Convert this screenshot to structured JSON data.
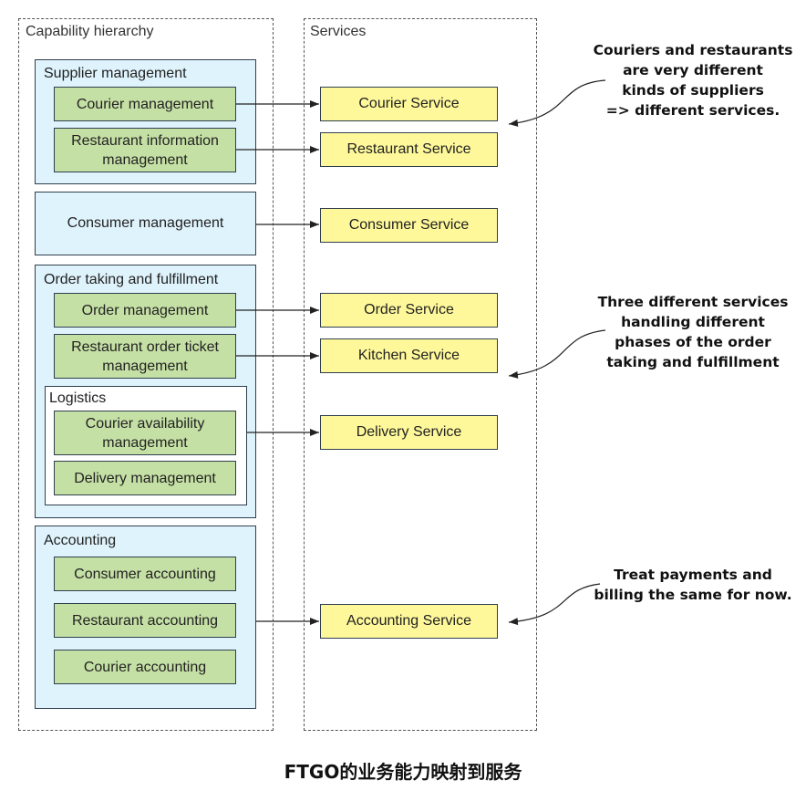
{
  "panels": {
    "capability_label": "Capability hierarchy",
    "services_label": "Services"
  },
  "groups": {
    "supplier": {
      "label": "Supplier management",
      "courier_mgmt": "Courier management",
      "restaurant_info_mgmt": "Restaurant information management"
    },
    "consumer_mgmt": "Consumer management",
    "order": {
      "label": "Order taking and fulfillment",
      "order_mgmt": "Order management",
      "restaurant_ticket_mgmt": "Restaurant order ticket management",
      "logistics": {
        "label": "Logistics",
        "courier_availability": "Courier availability management",
        "delivery_mgmt": "Delivery management"
      }
    },
    "accounting": {
      "label": "Accounting",
      "consumer_acct": "Consumer accounting",
      "restaurant_acct": "Restaurant accounting",
      "courier_acct": "Courier accounting"
    }
  },
  "services": {
    "courier": "Courier Service",
    "restaurant": "Restaurant Service",
    "consumer": "Consumer Service",
    "order": "Order Service",
    "kitchen": "Kitchen Service",
    "delivery": "Delivery Service",
    "accounting": "Accounting Service"
  },
  "notes": {
    "suppliers": "Couriers and restaurants\nare very different\nkinds of suppliers\n=> different services.",
    "order_phases": "Three different services\nhandling different\nphases of the order\ntaking and fulfillment",
    "payments": "Treat payments and\nbilling the same for now."
  },
  "caption": "FTGO的业务能力映射到服务"
}
